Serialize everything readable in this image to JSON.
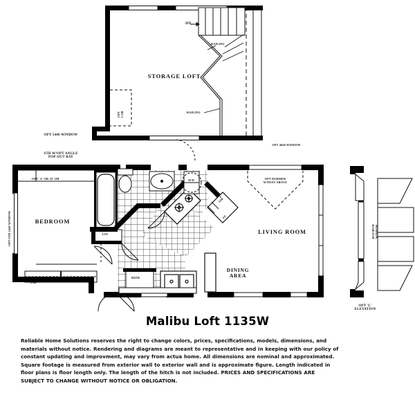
{
  "document": {
    "title": "Malibu Loft   1135W",
    "model_name": "Malibu Loft",
    "model_number": "1135W",
    "disclaimer": "Reliable Home Solutions reserves the right to change colors, prices, specifications, models, dimensions, and materials without notice. Rendering and diagrams are meant to representative and in keeping with our policy of constant updating and improvment, may vary from actua  home. All dimensions are nominal and approximated. Square footage is measured from exterior wall to exterior wall and is approximate figure. Length indicated in floor plans is floor length only. The length of the hitch is not included. PRICES AND SPECIFICATIONS ARE SUBJECT TO CHANGE WITHOUT NOTICE OR OBLIGATION."
  },
  "loft_plan": {
    "room_label": "STORAGE LOFT",
    "stair_direction_label": "DN",
    "railing_label_upper": "RAILING",
    "railing_label_lower": "RAILING",
    "optional_cabinet_label": "OPT\nCAB"
  },
  "main_plan": {
    "rooms": [
      {
        "name": "BEDROOM",
        "label": "BEDROOM"
      },
      {
        "name": "LIVING ROOM",
        "label": "LIVING ROOM"
      },
      {
        "name": "DINING AREA",
        "label": "DINING\nAREA"
      }
    ],
    "fixtures": [
      {
        "name": "linen-closet",
        "label": "LIN"
      },
      {
        "name": "refrigerator",
        "label": "REFR"
      },
      {
        "name": "washer-dryer",
        "label": "W/D"
      },
      {
        "name": "pad",
        "label": "PAD"
      },
      {
        "name": "fireplace",
        "label": "FP"
      },
      {
        "name": "overhead-cabinet",
        "label": "OH"
      }
    ],
    "annotations": [
      {
        "name": "opt-5440-window",
        "label": "OPT 5440 WINDOW"
      },
      {
        "name": "std-angle-popout-bay",
        "label": "STD W/OPT ANGLE\nPOP-OUT BAY"
      },
      {
        "name": "opt-a-or-d-oh",
        "label": "OPT 'A' OR 'D' OH"
      },
      {
        "name": "opt-4040-window",
        "label": "OPT 4040 WINDOW"
      },
      {
        "name": "opt-dormer-vent",
        "label": "OPT DORMER\nW/FENT ABOVE"
      },
      {
        "name": "left-wall-window",
        "label": "OPT/STD 2440 WINDOW"
      }
    ]
  },
  "elevation": {
    "caption": "OPT 'L'\nELEVATION",
    "window_label": "BAY/BOW\nWINDOW"
  },
  "colors": {
    "wall": "#000000",
    "line": "#1a1a1a",
    "tile": "#555555",
    "background": "#ffffff"
  }
}
